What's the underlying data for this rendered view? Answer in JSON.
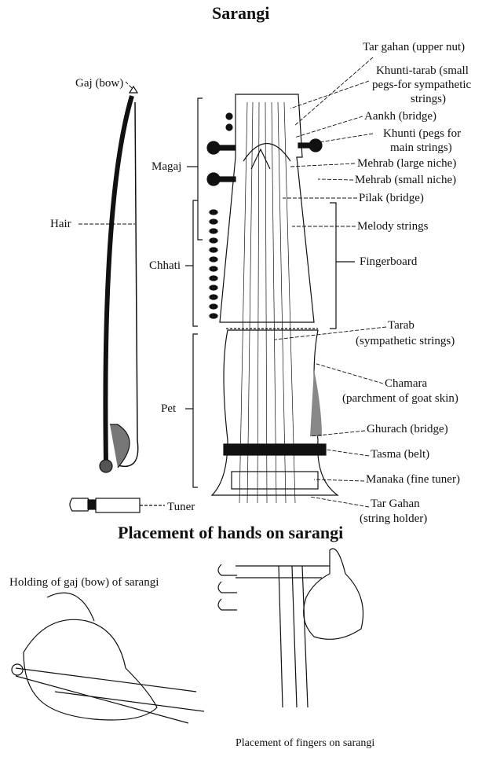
{
  "title": "Sarangi",
  "subtitle": "Placement of hands on sarangi",
  "left_labels": {
    "bow": "Gaj (bow)",
    "hair": "Hair",
    "magaj": "Magaj",
    "chhati": "Chhati",
    "pet": "Pet",
    "tuner": "Tuner"
  },
  "right_labels": {
    "tar_gahan_upper": "Tar gahan (upper nut)",
    "khunti_tarab_1": "Khunti-tarab (small",
    "khunti_tarab_2": "pegs-for sympathetic",
    "khunti_tarab_3": "strings)",
    "aankh": "Aankh (bridge)",
    "khunti_1": "Khunti (pegs for",
    "khunti_2": "main strings)",
    "mehrab_large": "Mehrab (large niche)",
    "mehrab_small": "Mehrab (small niche)",
    "pilak": "Pilak (bridge)",
    "melody": "Melody strings",
    "fingerboard": "Fingerboard",
    "tarab_1": "Tarab",
    "tarab_2": "(sympathetic strings)",
    "chamara_1": "Chamara",
    "chamara_2": "(parchment of goat skin)",
    "ghurach": "Ghurach (bridge)",
    "tasma": "Tasma (belt)",
    "manaka": "Manaka (fine tuner)",
    "tar_gahan_lower_1": "Tar Gahan",
    "tar_gahan_lower_2": "(string holder)"
  },
  "hand_labels": {
    "bow_hold": "Holding of gaj (bow) of sarangi",
    "fingers": "Placement of fingers on sarangi"
  }
}
